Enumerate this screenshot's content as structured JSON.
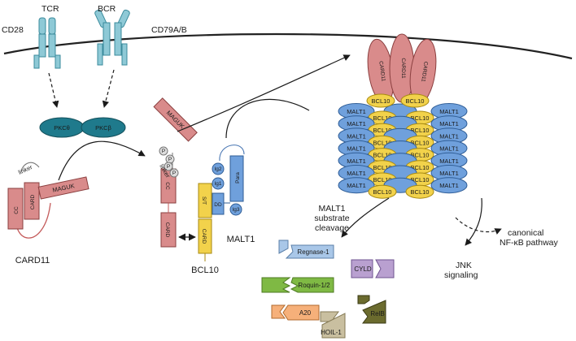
{
  "receptors": {
    "tcr": "TCR",
    "bcr": "BCR",
    "cd28": "CD28",
    "cd79": "CD79A/B"
  },
  "kinases": {
    "pkc_theta": "PKCθ",
    "pkc_beta": "PKCβ"
  },
  "card11": {
    "title": "CARD11",
    "linker": "linker",
    "maguk": "MAGUK",
    "cc": "CC",
    "card": "CARD",
    "phospho": "P"
  },
  "bcl10": {
    "title": "BCL10",
    "st": "S/T",
    "card": "CARD"
  },
  "malt1": {
    "title": "MALT1",
    "ig1": "Ig1",
    "ig2": "Ig2",
    "ig3": "Ig3",
    "dd": "DD",
    "para": "Para"
  },
  "filament": {
    "card11_label": "CARD11",
    "bcl10_label": "BCL10",
    "malt1_label": "MALT1"
  },
  "outputs": {
    "substrate_line1": "MALT1",
    "substrate_line2": "substrate",
    "substrate_line3": "cleavage",
    "nfkb_line1": "canonical",
    "nfkb_line2": "NF-κB pathway",
    "jnk_line1": "JNK",
    "jnk_line2": "signaling"
  },
  "substrates": {
    "regnase": "Regnase-1",
    "cyld": "CYLD",
    "roquin": "Roquin-1/2",
    "relb": "RelB",
    "a20": "A20",
    "hoil": "HOIL-1"
  },
  "colors": {
    "receptor": "#8ec9d6",
    "pkc": "#1f7a8c",
    "card11": "#d98b8b",
    "bcl10": "#f2d24b",
    "malt1": "#6fa0dc",
    "regnase": "#a9c7e8",
    "cyld": "#b9a0d0",
    "roquin": "#7fb944",
    "relb": "#6b6b2e",
    "a20": "#f6b07a",
    "hoil": "#c9bfa0"
  }
}
